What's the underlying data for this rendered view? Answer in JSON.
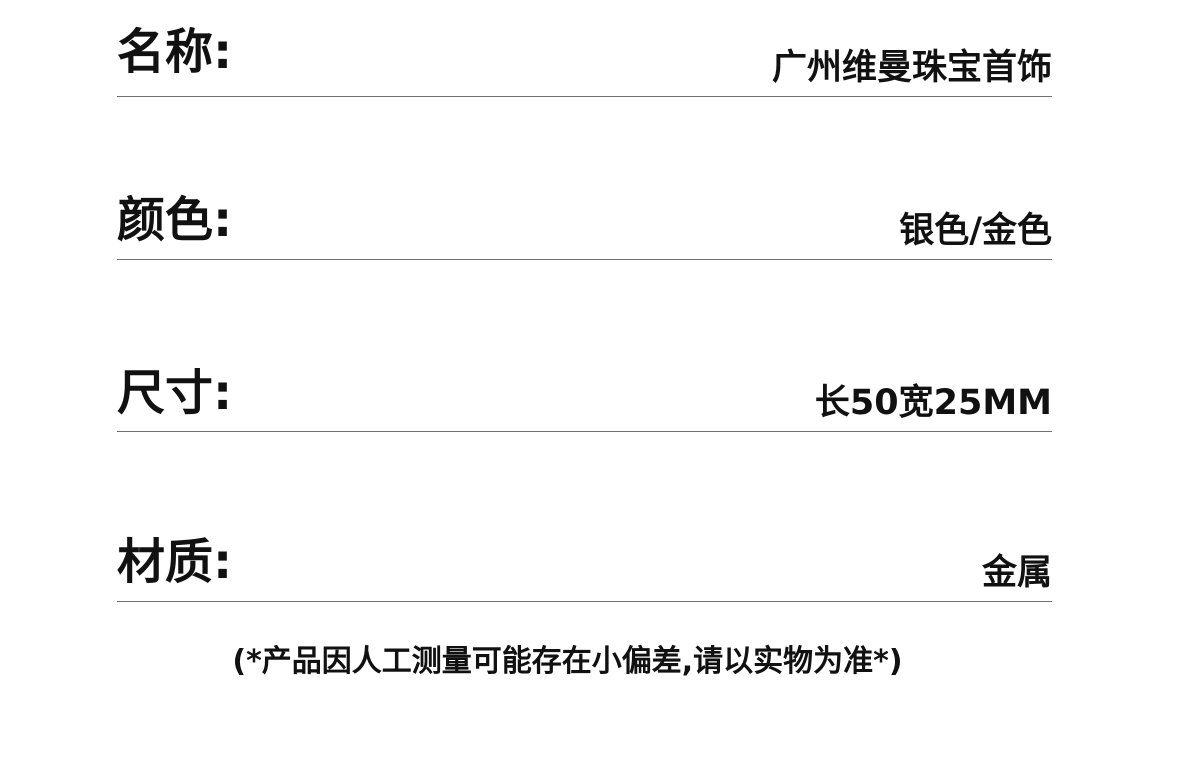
{
  "specs": [
    {
      "label": "名称:",
      "value": "广州维曼珠宝首饰"
    },
    {
      "label": "颜色:",
      "value": "银色/金色"
    },
    {
      "label": "尺寸:",
      "value": "长50宽25MM"
    },
    {
      "label": "材质:",
      "value": "金属"
    }
  ],
  "disclaimer": "(*产品因人工测量可能存在小偏差,请以实物为准*)"
}
